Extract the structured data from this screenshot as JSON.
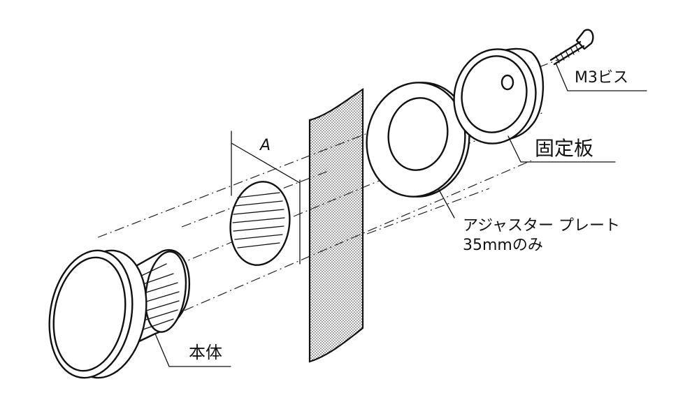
{
  "parts": {
    "screw": "M3ビス",
    "fixing_plate": "固定板",
    "adjuster_plate": "アジャスター プレート",
    "adjuster_note": "35mmのみ",
    "body": "本体"
  },
  "dimension": {
    "label": "A"
  }
}
